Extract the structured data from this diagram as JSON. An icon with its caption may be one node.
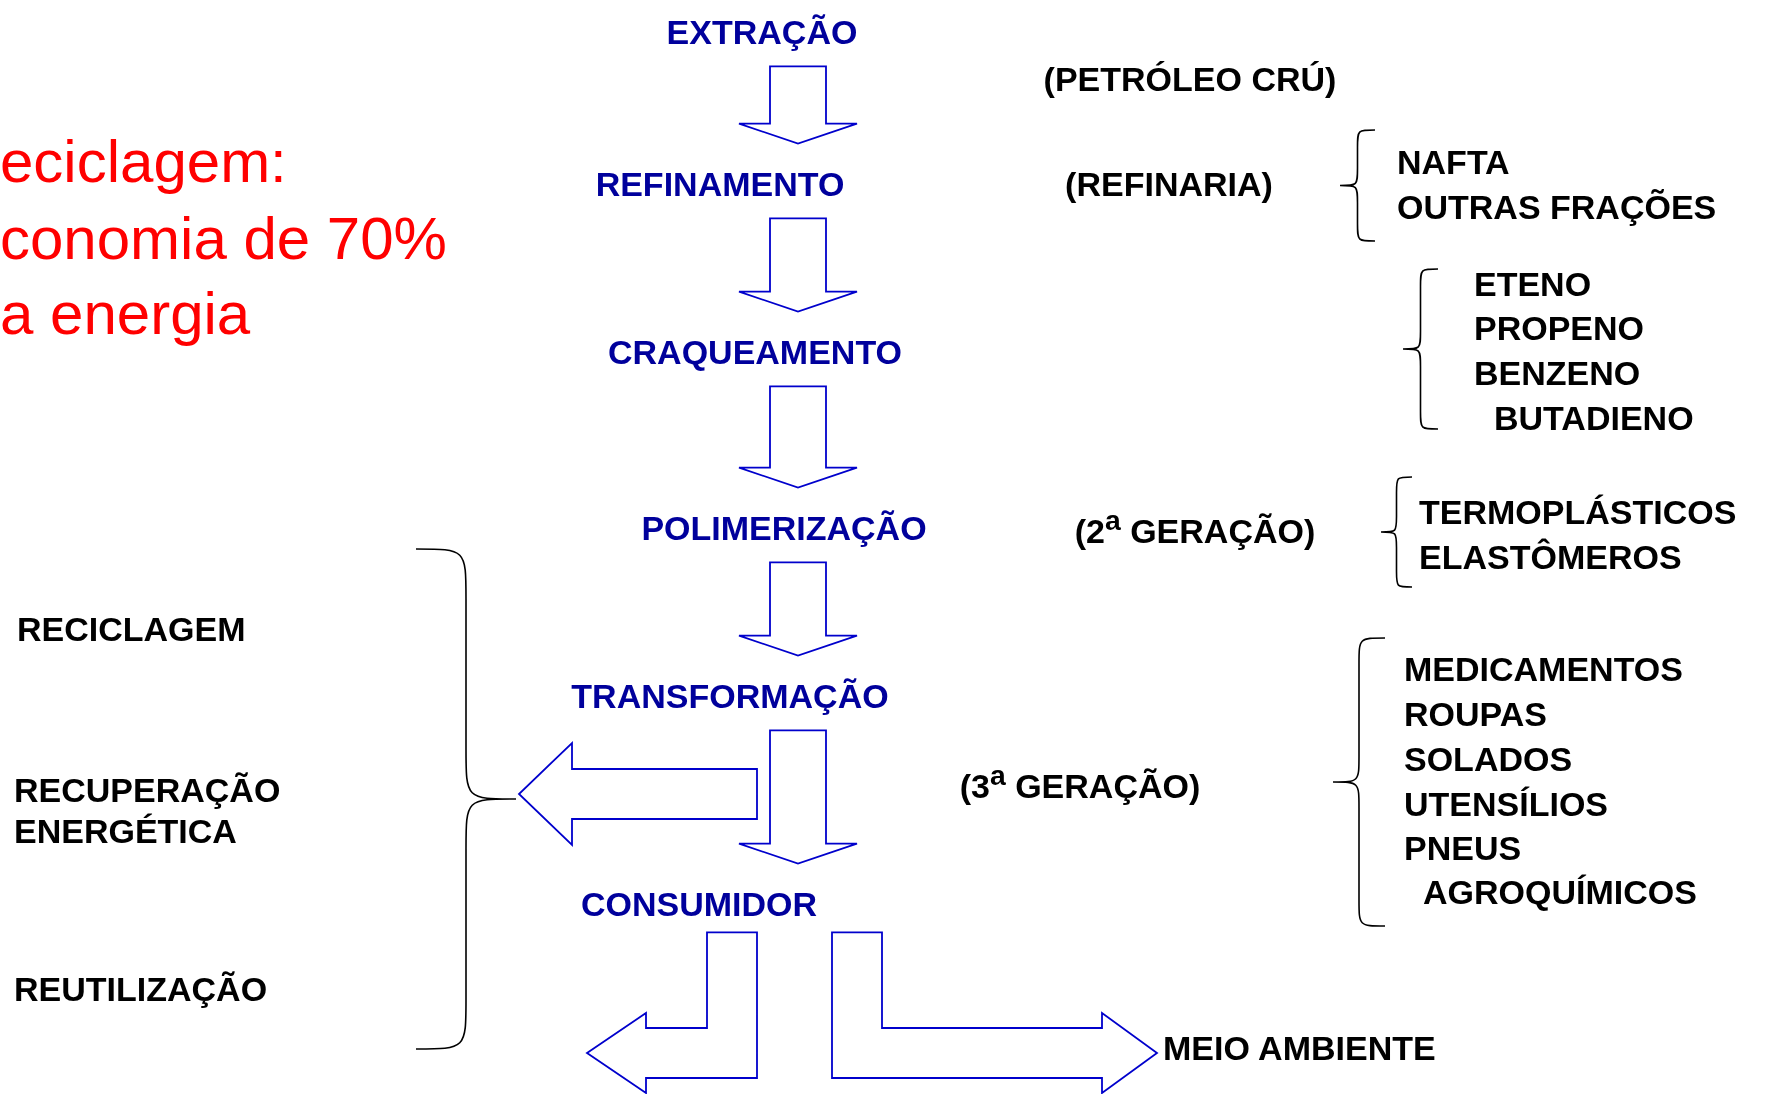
{
  "diagram": {
    "nodes": [
      {
        "text": [
          "EXTRAÇÃO"
        ]
      },
      {
        "text": [
          "REFINAMENTO"
        ]
      },
      {
        "text": [
          "CRAQUEAMENTO"
        ]
      },
      {
        "text": [
          "POLIMERIZAÇÃO"
        ]
      },
      {
        "text": [
          "TRANSFORMAÇÃO"
        ]
      },
      {
        "text": [
          "CONSUMIDOR"
        ]
      },
      {
        "text": [
          "MEIO AMBIENTE"
        ]
      },
      {
        "text": [
          "RECICLAGEM"
        ]
      },
      {
        "text": [
          "RECUPERAÇÃO ENERGÉTICA"
        ]
      },
      {
        "text": [
          "REUTILIZAÇÃO"
        ]
      },
      {
        "text": [],
        "shape": "brace"
      }
    ],
    "edges": [
      {
        "from": 0,
        "to": 1,
        "arrow": "to"
      },
      {
        "from": 1,
        "to": 2,
        "arrow": "to"
      },
      {
        "from": 2,
        "to": 3,
        "arrow": "to"
      },
      {
        "from": 3,
        "to": 4,
        "arrow": "to"
      },
      {
        "from": 4,
        "to": 5,
        "arrow": "to"
      },
      {
        "from": null,
        "to": 10,
        "arrow": "to"
      },
      {
        "from": 5,
        "to": null,
        "arrow": "to"
      },
      {
        "from": 5,
        "to": 6,
        "arrow": "to"
      }
    ],
    "labels": [
      "(PETRÓLEO CRÚ)",
      "eciclagem:",
      "conomia de 70%",
      "a energia",
      "(REFINARIA)",
      "NAFTA",
      "OUTRAS FRAÇÕES",
      "ETENO",
      "PROPENO",
      "BENZENO",
      "BUTADIENO",
      "(2$^{a}$ GERAÇÃO)",
      "TERMOPLÁSTICOS",
      "ELASTÔMEROS",
      "MEDICAMENTOS",
      "ROUPAS",
      "SOLADOS",
      "UTENSÍLIOS",
      "(3$^{a}$ GERAÇÃO)",
      "PNEUS",
      "AGROQUÍMICOS"
    ]
  }
}
